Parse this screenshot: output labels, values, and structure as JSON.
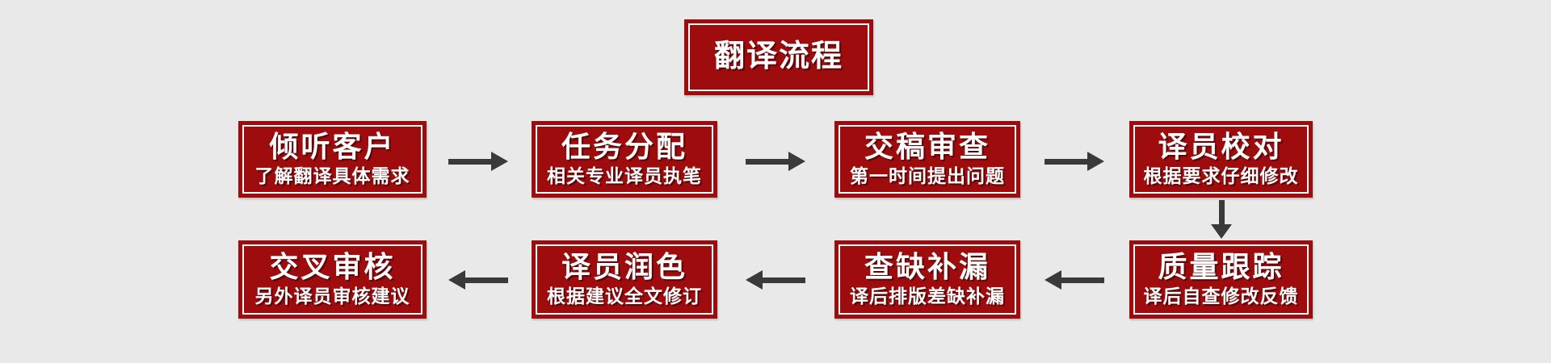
{
  "colors": {
    "box_red": "#9e0c0e",
    "border_white": "#ffffff",
    "arrow_gray": "#3a3a3a",
    "page_bg": "#e9e9e9"
  },
  "title": {
    "label": "翻译流程"
  },
  "flow": {
    "row1": [
      {
        "title": "倾听客户",
        "subtitle": "了解翻译具体需求"
      },
      {
        "title": "任务分配",
        "subtitle": "相关专业译员执笔"
      },
      {
        "title": "交稿审查",
        "subtitle": "第一时间提出问题"
      },
      {
        "title": "译员校对",
        "subtitle": "根据要求仔细修改"
      }
    ],
    "row2": [
      {
        "title": "交叉审核",
        "subtitle": "另外译员审核建议"
      },
      {
        "title": "译员润色",
        "subtitle": "根据建议全文修订"
      },
      {
        "title": "查缺补漏",
        "subtitle": "译后排版差缺补漏"
      },
      {
        "title": "质量跟踪",
        "subtitle": "译后自查修改反馈"
      }
    ]
  }
}
